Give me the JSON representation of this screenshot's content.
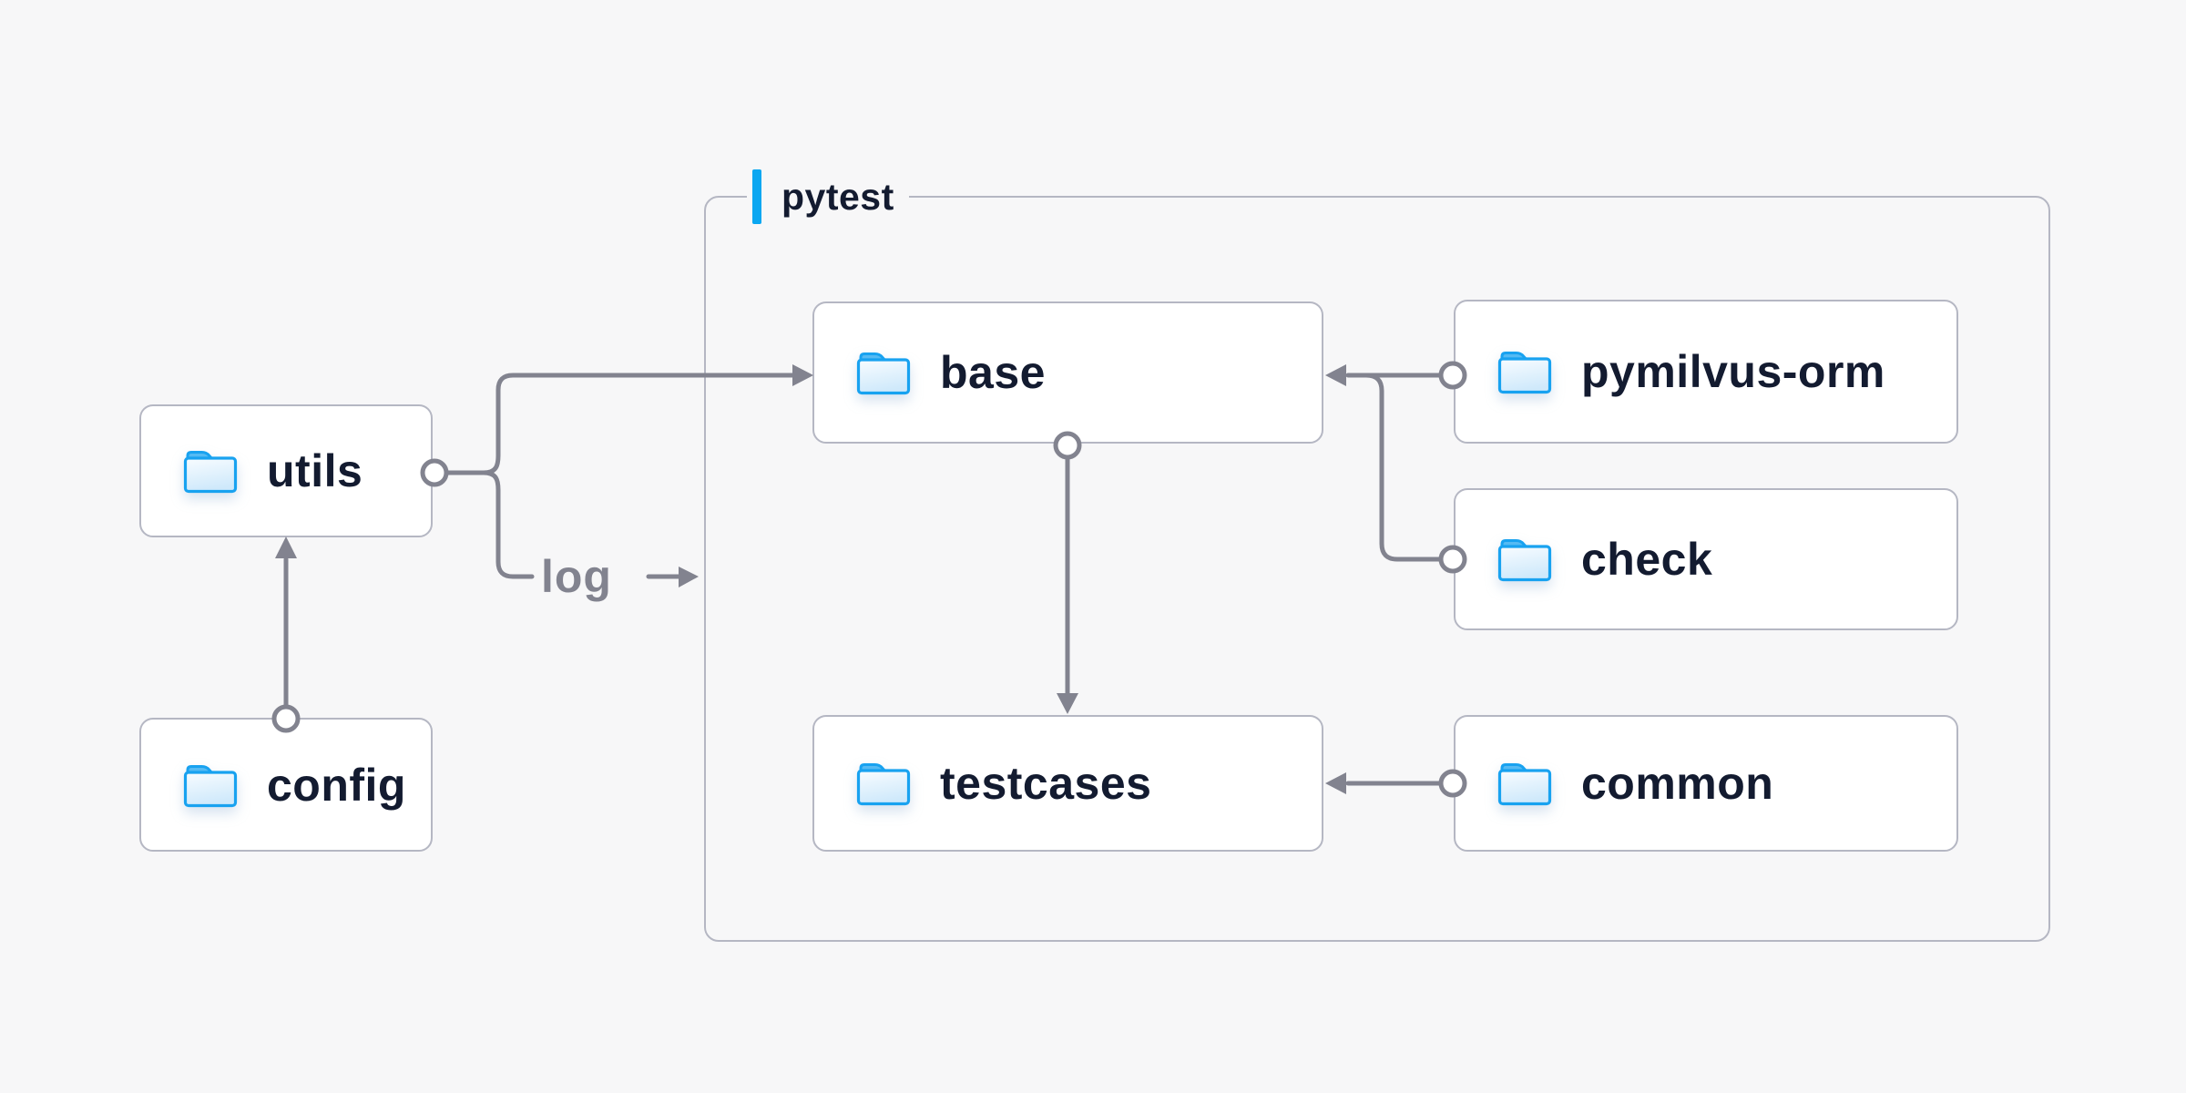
{
  "container": {
    "label": "pytest"
  },
  "nodes": {
    "utils": {
      "label": "utils"
    },
    "config": {
      "label": "config"
    },
    "base": {
      "label": "base"
    },
    "pymilvus_orm": {
      "label": "pymilvus-orm"
    },
    "check": {
      "label": "check"
    },
    "testcases": {
      "label": "testcases"
    },
    "common": {
      "label": "common"
    }
  },
  "edges": [
    {
      "from": "config",
      "to": "utils",
      "label": ""
    },
    {
      "from": "utils",
      "to": "base",
      "label": ""
    },
    {
      "from": "utils",
      "to": "pytest",
      "label": "log"
    },
    {
      "from": "pymilvus-orm",
      "to": "base",
      "label": ""
    },
    {
      "from": "check",
      "to": "base",
      "label": ""
    },
    {
      "from": "base",
      "to": "testcases",
      "label": ""
    },
    {
      "from": "common",
      "to": "testcases",
      "label": ""
    }
  ],
  "colors": {
    "background": "#f7f7f8",
    "node_background": "#ffffff",
    "node_border": "#b5b7c3",
    "node_text": "#131b30",
    "connector": "#82838f",
    "accent": "#0ba7f1",
    "folder_stroke": "#18a2f0",
    "folder_tab_fill": "#55baf3",
    "folder_body_light": "#f8fcff",
    "folder_body_dark": "#cfe9fb"
  }
}
